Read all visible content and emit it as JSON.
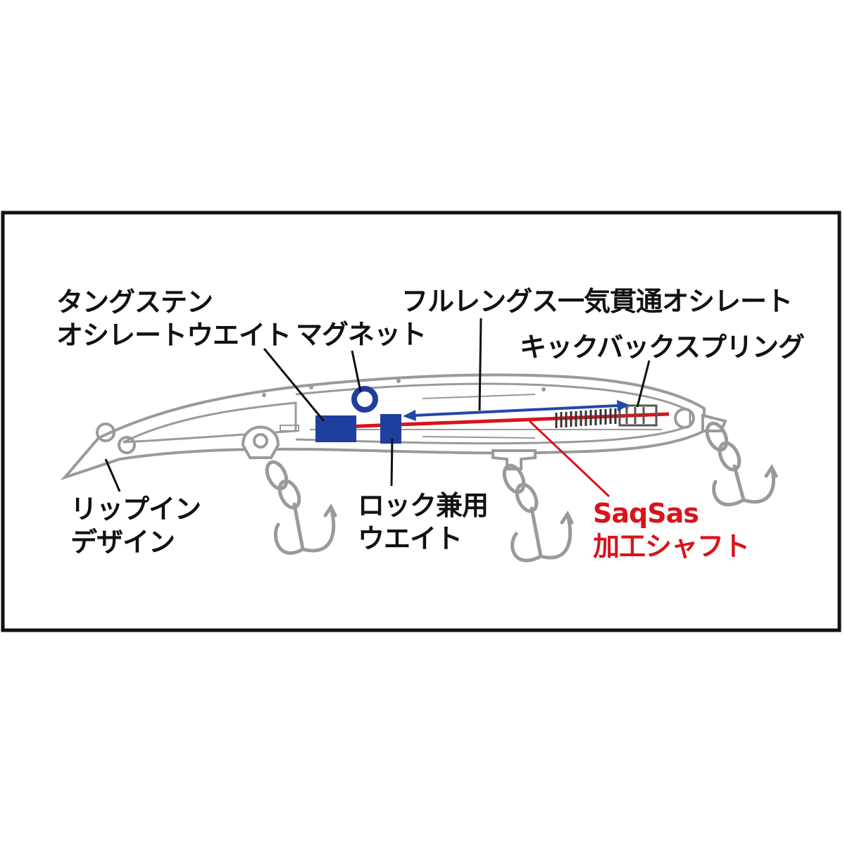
{
  "labels": {
    "tungsten_weight": {
      "line1": "タングステン",
      "line2": "オシレートウエイト"
    },
    "magnet": "マグネット",
    "full_length": "フルレングス一気貫通オシレート",
    "kickback_spring": "キックバックスプリング",
    "lip_in": {
      "line1": "リップイン",
      "line2": "デザイン"
    },
    "lock_weight": {
      "line1": "ロック兼用",
      "line2": "ウエイト"
    },
    "saqsas": {
      "line1": "SaqSas",
      "line2": "加工シャフト"
    }
  },
  "colors": {
    "frame": "#111111",
    "outline": "#999999",
    "weight_blue": "#1f3f9e",
    "arrow_blue": "#2346a8",
    "shaft_red": "#d7141c",
    "leader": "#111111",
    "saqsas_leader": "#d7141c"
  },
  "icons": [
    "treble-hook-icon",
    "split-ring-icon",
    "spring-coil-icon",
    "magnet-icon"
  ]
}
